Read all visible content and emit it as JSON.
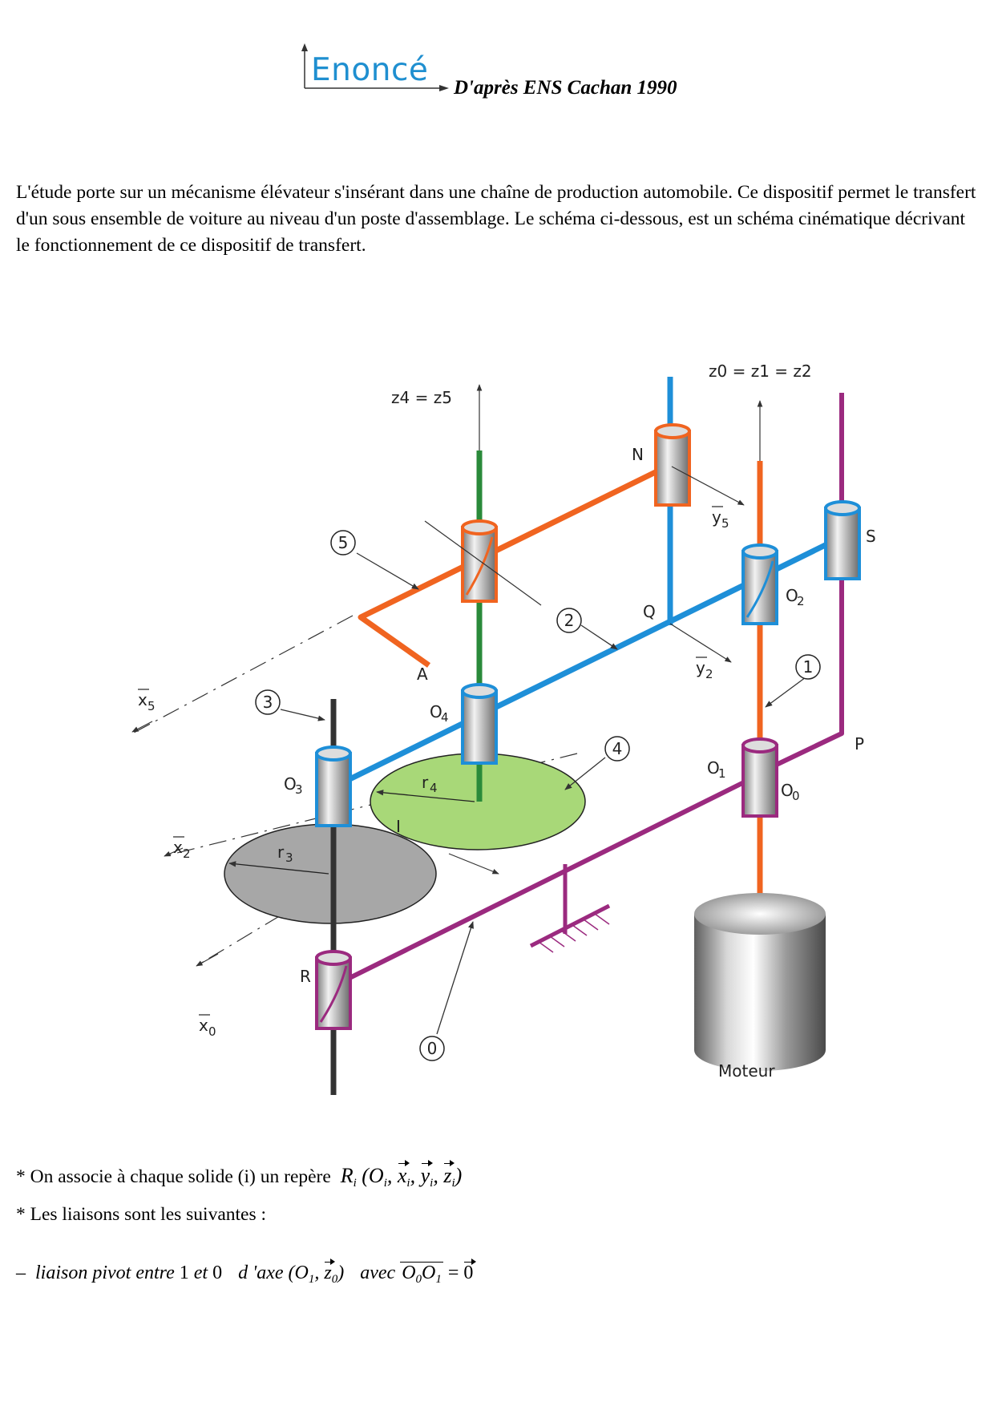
{
  "header": {
    "logo_text": "Enoncé",
    "source": "D'après ENS Cachan 1990"
  },
  "intro": "L'étude porte sur un mécanisme élévateur s'insérant dans une chaîne de production automobile. Ce dispositif permet le transfert d'un sous ensemble de voiture au niveau d'un poste d'assemblage. Le schéma ci-dessous, est un schéma cinématique décrivant le fonctionnement de ce dispositif de transfert.",
  "figure": {
    "points": {
      "N": "N",
      "S": "S",
      "Q": "Q",
      "A": "A",
      "O2": "O",
      "O4": "O",
      "O3": "O",
      "O1": "O",
      "O0": "O",
      "P": "P",
      "I": "I",
      "R": "R"
    },
    "subs": {
      "O2": "2",
      "O4": "4",
      "O3": "3",
      "O1": "1",
      "O0": "0",
      "r3": "3",
      "r4": "4",
      "x5": "5",
      "x2": "2",
      "x0": "0",
      "y5": "5",
      "y2": "2"
    },
    "solids": [
      "0",
      "1",
      "2",
      "3",
      "4",
      "5"
    ],
    "axes": {
      "z45": "z4 = z5",
      "z012": "z0 = z1 = z2"
    },
    "motor": "Moteur",
    "colors": {
      "frame": "#9b2a7f",
      "shaft1": "#f06420",
      "arm2": "#1e8fd8",
      "axis5": "#2a8a3a",
      "shaft3": "#333333",
      "disc4": "#a8d878",
      "disc3": "#a7a7a7"
    }
  },
  "bullets": {
    "b1_text": "* On associe à chaque solide (i) un repère",
    "b1_math": {
      "R": "R",
      "i": "i",
      "O": "O",
      "x": "x",
      "y": "y",
      "z": "z"
    },
    "b2_text": "* Les liaisons sont les suivantes :",
    "b3": {
      "dash": "–",
      "text1": "liaison pivot entre",
      "n1": "1",
      "et": "et",
      "n0": "0",
      "text2": "d 'axe",
      "O": "O",
      "one": "1",
      "z": "z",
      "zero": "0",
      "avec": "avec",
      "O0": "O",
      "O1": "O",
      "eq": "=",
      "vec0": "0"
    }
  }
}
